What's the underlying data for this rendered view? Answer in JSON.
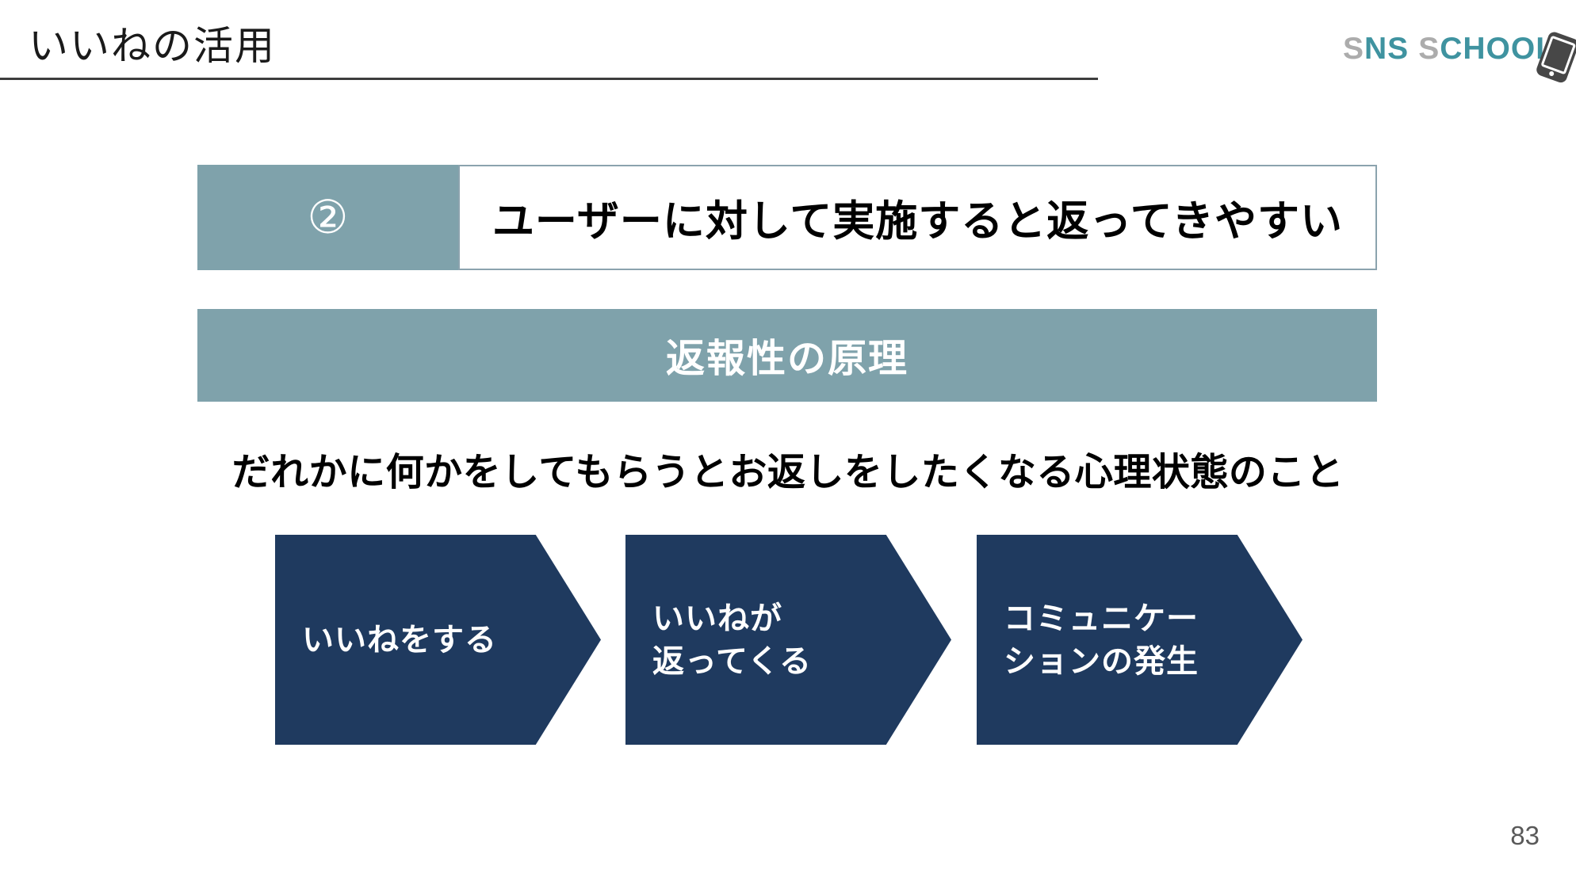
{
  "slide": {
    "title": "いいねの活用",
    "page_number": "83"
  },
  "logo": {
    "gray1": "S",
    "teal1": "NS",
    "gray2": "S",
    "teal2": "CHOOL",
    "icon": "smartphone-icon"
  },
  "point": {
    "badge": "②",
    "text": "ユーザーに対して実施すると返ってきやすい"
  },
  "principle": {
    "text": "返報性の原理"
  },
  "definition": {
    "text": "だれかに何かをしてもらうとお返しをしたくなる心理状態のこと"
  },
  "flow": {
    "steps": [
      {
        "line1": "いいねをする",
        "line2": ""
      },
      {
        "line1": "いいねが",
        "line2": "返ってくる"
      },
      {
        "line1": "コミュニケー",
        "line2": "ションの発生"
      }
    ]
  },
  "colors": {
    "teal": "#7fa2ab",
    "navy": "#1f3a5f",
    "logo_teal": "#3f93a0",
    "logo_gray": "#acacac",
    "text_gray": "#595959"
  }
}
